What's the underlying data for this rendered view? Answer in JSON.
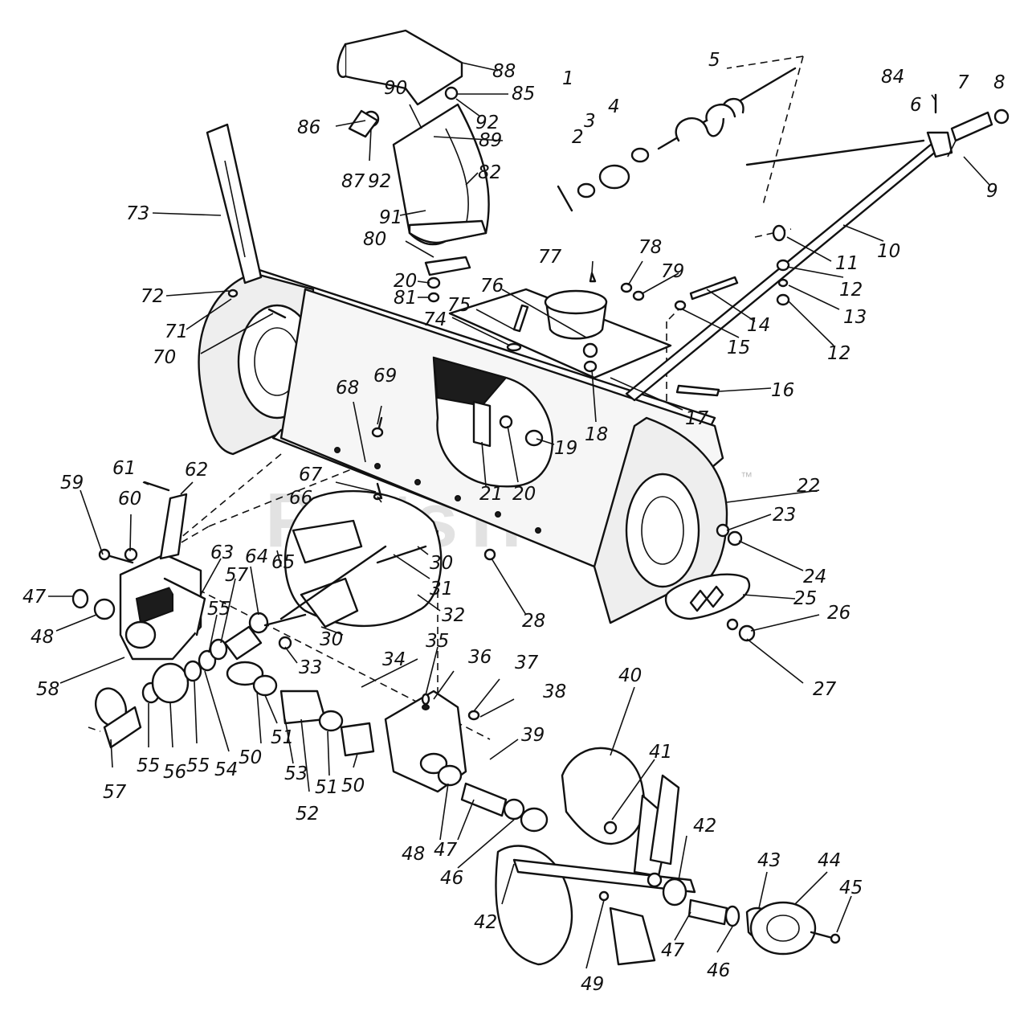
{
  "watermark": {
    "text": "PartsTree",
    "trademark": "™"
  },
  "callouts": {
    "n1": "1",
    "n2": "2",
    "n3": "3",
    "n4": "4",
    "n5": "5",
    "n6": "6",
    "n7": "7",
    "n8": "8",
    "n9": "9",
    "n10": "10",
    "n11": "11",
    "n12a": "12",
    "n12b": "12",
    "n13": "13",
    "n14": "14",
    "n15": "15",
    "n16": "16",
    "n17": "17",
    "n18": "18",
    "n19": "19",
    "n20a": "20",
    "n20b": "20",
    "n21": "21",
    "n22": "22",
    "n23": "23",
    "n24": "24",
    "n25": "25",
    "n26": "26",
    "n27": "27",
    "n28": "28",
    "n30a": "30",
    "n30b": "30",
    "n31": "31",
    "n32": "32",
    "n33": "33",
    "n34": "34",
    "n35": "35",
    "n36": "36",
    "n37": "37",
    "n38": "38",
    "n39": "39",
    "n40": "40",
    "n41": "41",
    "n42a": "42",
    "n42b": "42",
    "n43": "43",
    "n44": "44",
    "n45": "45",
    "n46a": "46",
    "n46b": "46",
    "n47a": "47",
    "n47b": "47",
    "n47c": "47",
    "n48a": "48",
    "n48b": "48",
    "n49": "49",
    "n50a": "50",
    "n50b": "50",
    "n51a": "51",
    "n51b": "51",
    "n52": "52",
    "n53": "53",
    "n54": "54",
    "n55a": "55",
    "n55b": "55",
    "n55c": "55",
    "n56": "56",
    "n57a": "57",
    "n57b": "57",
    "n58": "58",
    "n59": "59",
    "n60": "60",
    "n61": "61",
    "n62": "62",
    "n63": "63",
    "n64": "64",
    "n65": "65",
    "n66": "66",
    "n67": "67",
    "n68": "68",
    "n69": "69",
    "n70": "70",
    "n71": "71",
    "n72": "72",
    "n73": "73",
    "n74": "74",
    "n75": "75",
    "n76": "76",
    "n77": "77",
    "n78": "78",
    "n79": "79",
    "n80": "80",
    "n81": "81",
    "n82": "82",
    "n84": "84",
    "n85": "85",
    "n86": "86",
    "n87": "87",
    "n88": "88",
    "n89": "89",
    "n90": "90",
    "n91": "91",
    "n92a": "92",
    "n92b": "92"
  }
}
